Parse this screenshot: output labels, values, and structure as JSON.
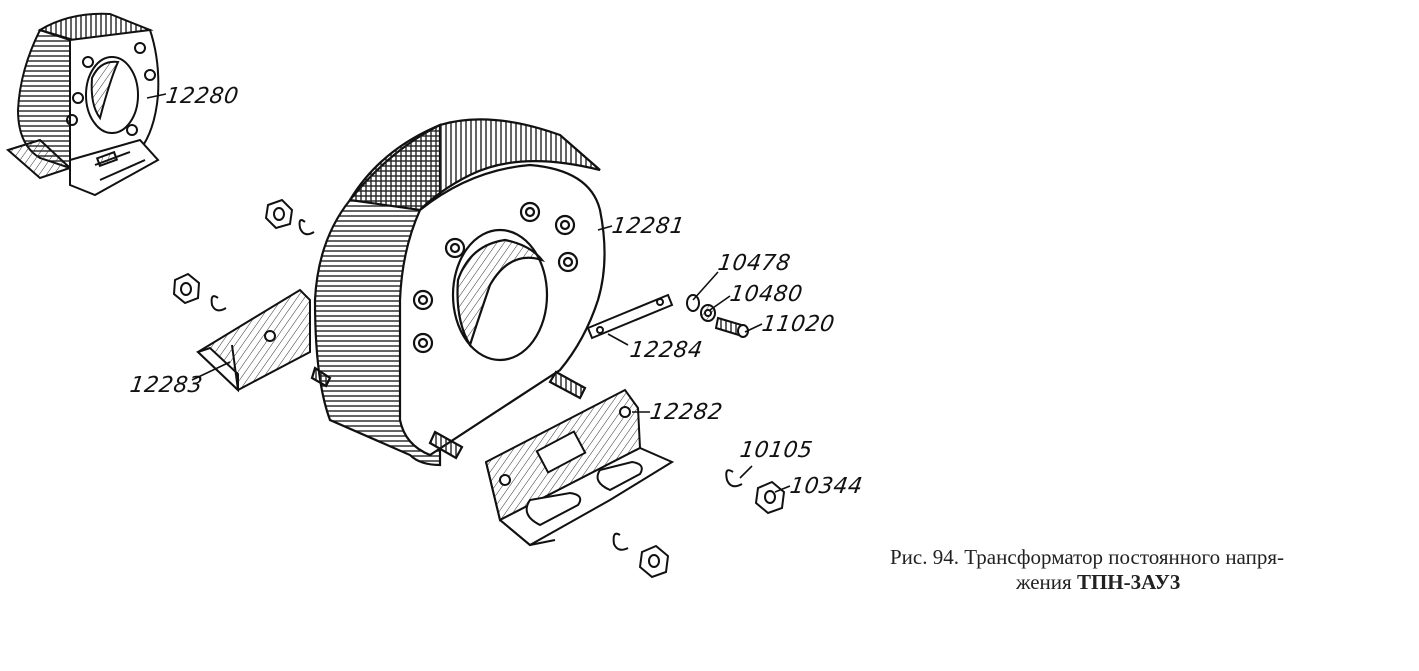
{
  "labels": {
    "p12280": "12280",
    "p12281": "12281",
    "p10478": "10478",
    "p10480": "10480",
    "p11020": "11020",
    "p12284": "12284",
    "p12283": "12283",
    "p12282": "12282",
    "p10105": "10105",
    "p10344": "10344"
  },
  "caption": {
    "line1": "Рис. 94. Трансформатор постоянного напря-",
    "line2_prefix": "жения ",
    "line2_model": "ТПН-3АУ3"
  }
}
